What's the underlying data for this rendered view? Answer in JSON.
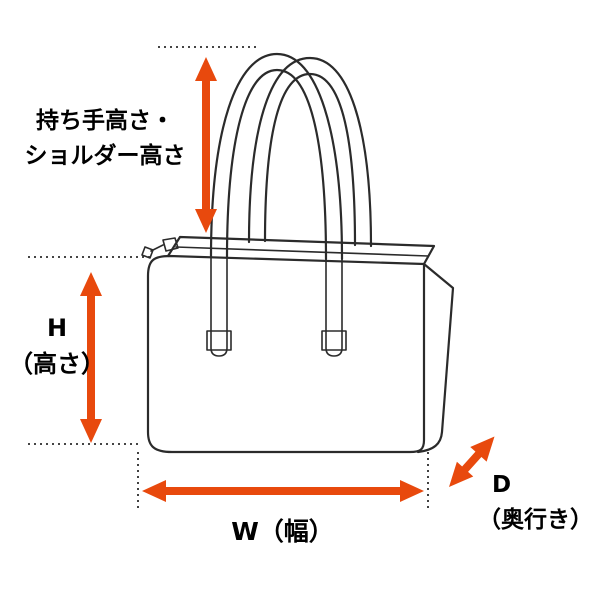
{
  "labels": {
    "handle_height_line1": "持ち手高さ・",
    "handle_height_line2": "ショルダー高さ",
    "height_symbol": "H",
    "height_caption": "（高さ）",
    "width": "W（幅）",
    "depth_symbol": "D",
    "depth_caption": "（奥行き）"
  },
  "colors": {
    "arrow": "#E8490D",
    "line": "#2b2b2b",
    "text": "#000000",
    "background": "#ffffff"
  },
  "arrows": [
    {
      "name": "handle-height-arrow",
      "orientation": "vertical",
      "measures": "持ち手高さ・ショルダー高さ"
    },
    {
      "name": "bag-height-arrow",
      "orientation": "vertical",
      "measures": "H（高さ）"
    },
    {
      "name": "bag-width-arrow",
      "orientation": "horizontal",
      "measures": "W（幅）"
    },
    {
      "name": "bag-depth-arrow",
      "orientation": "diagonal",
      "measures": "D（奥行き）"
    }
  ]
}
